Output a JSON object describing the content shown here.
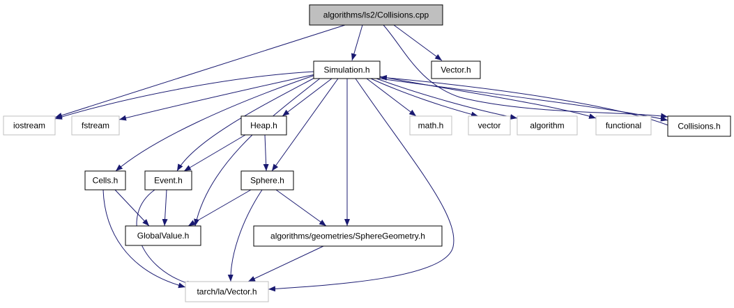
{
  "colors": {
    "edge": "#191970",
    "root_fill": "#bfbfbf",
    "box_fill": "#ffffff",
    "box_border": "#000000",
    "external_border": "#bfbfbf",
    "text": "#000000"
  },
  "nodes": [
    {
      "id": "root",
      "label": "algorithms/ls2/Collisions.cpp",
      "style": "root"
    },
    {
      "id": "simulation",
      "label": "Simulation.h",
      "style": "normal"
    },
    {
      "id": "vector_top",
      "label": "Vector.h",
      "style": "normal"
    },
    {
      "id": "iostream",
      "label": "iostream",
      "style": "external"
    },
    {
      "id": "fstream",
      "label": "fstream",
      "style": "external"
    },
    {
      "id": "heap",
      "label": "Heap.h",
      "style": "normal"
    },
    {
      "id": "math",
      "label": "math.h",
      "style": "external"
    },
    {
      "id": "vector",
      "label": "vector",
      "style": "external"
    },
    {
      "id": "algorithm",
      "label": "algorithm",
      "style": "external"
    },
    {
      "id": "functional",
      "label": "functional",
      "style": "external"
    },
    {
      "id": "collisions_h",
      "label": "Collisions.h",
      "style": "normal"
    },
    {
      "id": "cells",
      "label": "Cells.h",
      "style": "normal"
    },
    {
      "id": "event",
      "label": "Event.h",
      "style": "normal"
    },
    {
      "id": "sphere",
      "label": "Sphere.h",
      "style": "normal"
    },
    {
      "id": "globalvalue",
      "label": "GlobalValue.h",
      "style": "normal"
    },
    {
      "id": "spheregeom",
      "label": "algorithms/geometries/SphereGeometry.h",
      "style": "normal"
    },
    {
      "id": "tarch_vector",
      "label": "tarch/la/Vector.h",
      "style": "external"
    }
  ],
  "edges": [
    {
      "from": "root",
      "to": "simulation"
    },
    {
      "from": "root",
      "to": "vector_top"
    },
    {
      "from": "root",
      "to": "iostream"
    },
    {
      "from": "root",
      "to": "collisions_h"
    },
    {
      "from": "simulation",
      "to": "iostream"
    },
    {
      "from": "simulation",
      "to": "fstream"
    },
    {
      "from": "simulation",
      "to": "heap"
    },
    {
      "from": "simulation",
      "to": "math"
    },
    {
      "from": "simulation",
      "to": "vector"
    },
    {
      "from": "simulation",
      "to": "algorithm"
    },
    {
      "from": "simulation",
      "to": "functional"
    },
    {
      "from": "simulation",
      "to": "collisions_h"
    },
    {
      "from": "collisions_h",
      "to": "simulation"
    },
    {
      "from": "simulation",
      "to": "cells"
    },
    {
      "from": "simulation",
      "to": "event"
    },
    {
      "from": "simulation",
      "to": "sphere"
    },
    {
      "from": "simulation",
      "to": "globalvalue"
    },
    {
      "from": "simulation",
      "to": "spheregeom"
    },
    {
      "from": "simulation",
      "to": "tarch_vector"
    },
    {
      "from": "heap",
      "to": "event"
    },
    {
      "from": "heap",
      "to": "sphere"
    },
    {
      "from": "cells",
      "to": "globalvalue"
    },
    {
      "from": "cells",
      "to": "tarch_vector"
    },
    {
      "from": "event",
      "to": "globalvalue"
    },
    {
      "from": "event",
      "to": "tarch_vector"
    },
    {
      "from": "sphere",
      "to": "globalvalue"
    },
    {
      "from": "sphere",
      "to": "spheregeom"
    },
    {
      "from": "sphere",
      "to": "tarch_vector"
    },
    {
      "from": "spheregeom",
      "to": "tarch_vector"
    }
  ]
}
